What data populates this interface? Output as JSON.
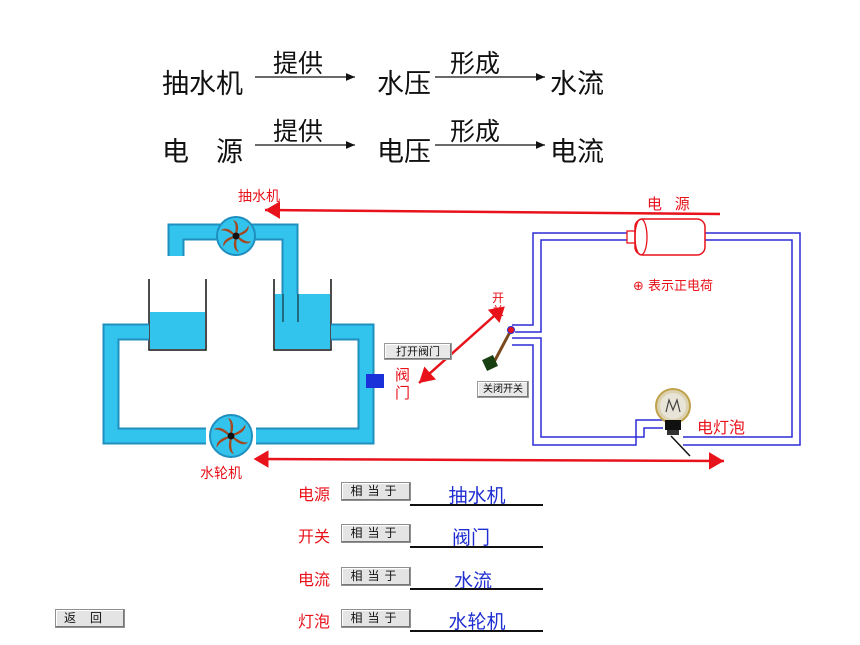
{
  "analogy": {
    "water_chain": {
      "source": "抽水机",
      "arrow1": "提供",
      "middle": "水压",
      "arrow2": "形成",
      "result": "水流"
    },
    "electric_chain": {
      "source": "电　源",
      "arrow1": "提供",
      "middle": "电压",
      "arrow2": "形成",
      "result": "电流"
    }
  },
  "diagram": {
    "pump_label": "抽水机",
    "power_label": "电 源",
    "charge_legend": "⊕ 表示正电荷",
    "switch_label": "开关",
    "open_valve_button": "打开阀门",
    "valve_label": "阀门",
    "close_switch_button": "关闭开关",
    "bulb_label": "电灯泡",
    "turbine_label": "水轮机",
    "colors": {
      "water": "#33c4ee",
      "wire": "#2b2bd6",
      "arrow": "#e8121b"
    }
  },
  "equivalences": [
    {
      "term": "电源",
      "button": "相当于",
      "answer": "抽水机"
    },
    {
      "term": "开关",
      "button": "相当于",
      "answer": "阀门"
    },
    {
      "term": "电流",
      "button": "相当于",
      "answer": "水流"
    },
    {
      "term": "灯泡",
      "button": "相当于",
      "answer": "水轮机"
    }
  ],
  "back_button": "返回"
}
